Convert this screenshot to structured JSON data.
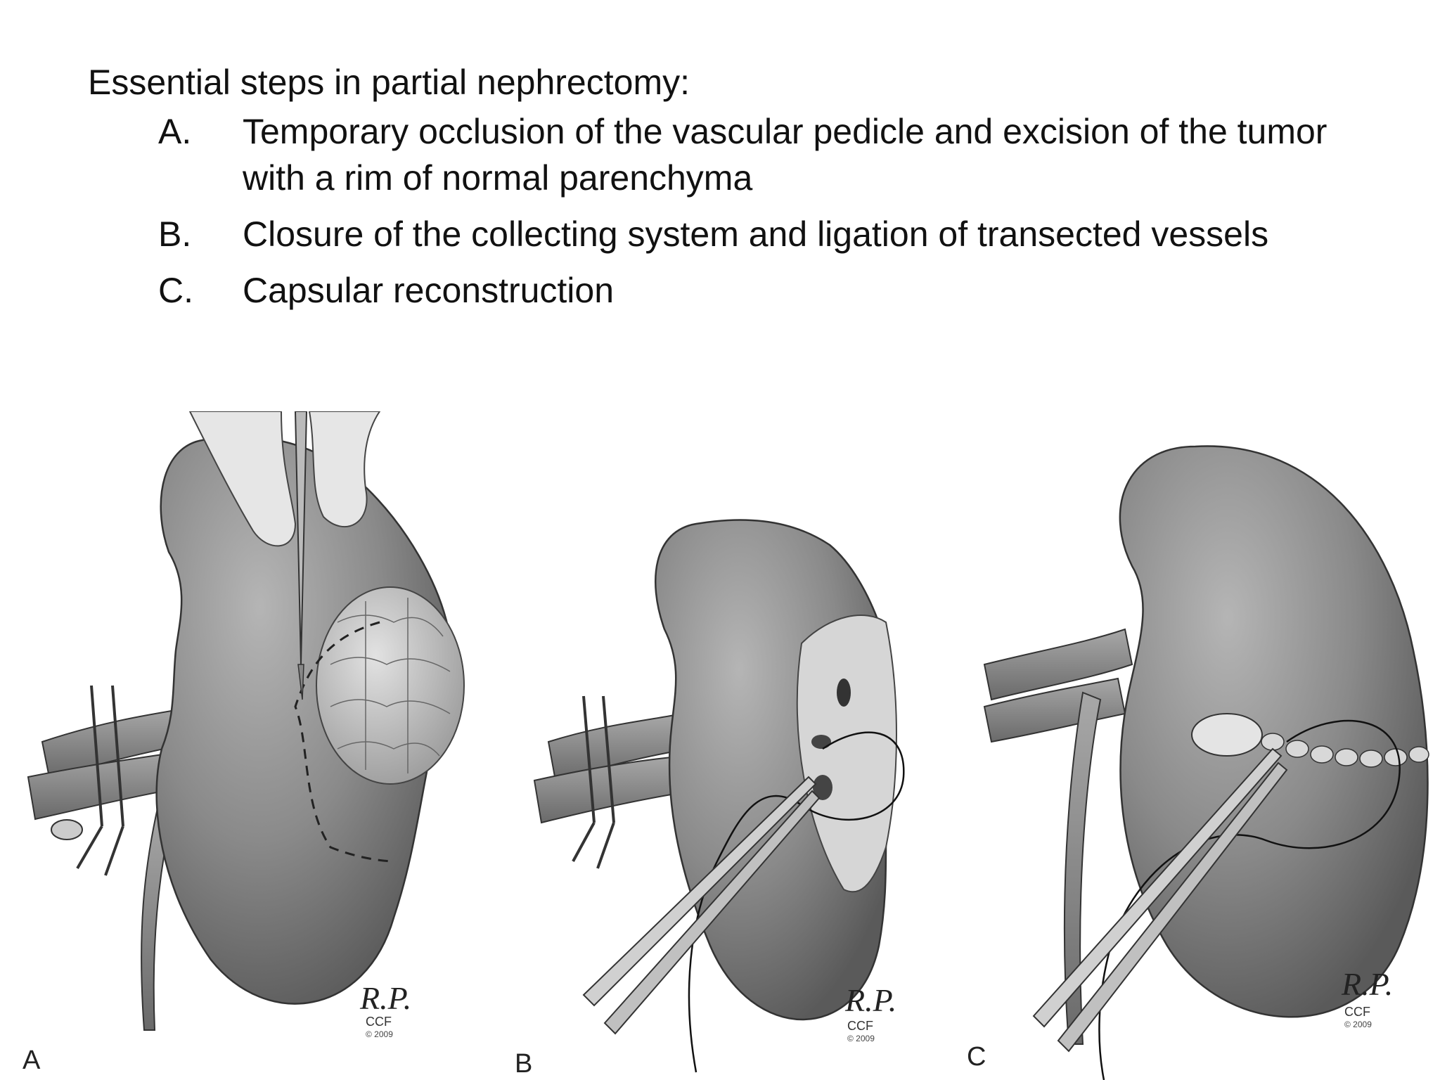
{
  "heading": "Essential steps in partial nephrectomy:",
  "steps": [
    {
      "letter": "A.",
      "text": "Temporary occlusion of the vascular pedicle and excision of the tumor with a rim of normal parenchyma"
    },
    {
      "letter": "B.",
      "text": "Closure of the collecting system and ligation of transected vessels"
    },
    {
      "letter": "C.",
      "text": "Capsular reconstruction"
    }
  ],
  "figure": {
    "panels": [
      {
        "label": "A",
        "signature": "R.P.",
        "ccf": "CCF",
        "copyright": "© 2009"
      },
      {
        "label": "B",
        "signature": "R.P.",
        "ccf": "CCF",
        "copyright": "© 2009"
      },
      {
        "label": "C",
        "signature": "R.P.",
        "ccf": "CCF",
        "copyright": "© 2009"
      }
    ]
  },
  "colors": {
    "kidney": "#8a8a8a",
    "kidney_dark": "#5e5e5e",
    "tumor": "#c4c4c4",
    "glove": "#e6e6e6"
  }
}
